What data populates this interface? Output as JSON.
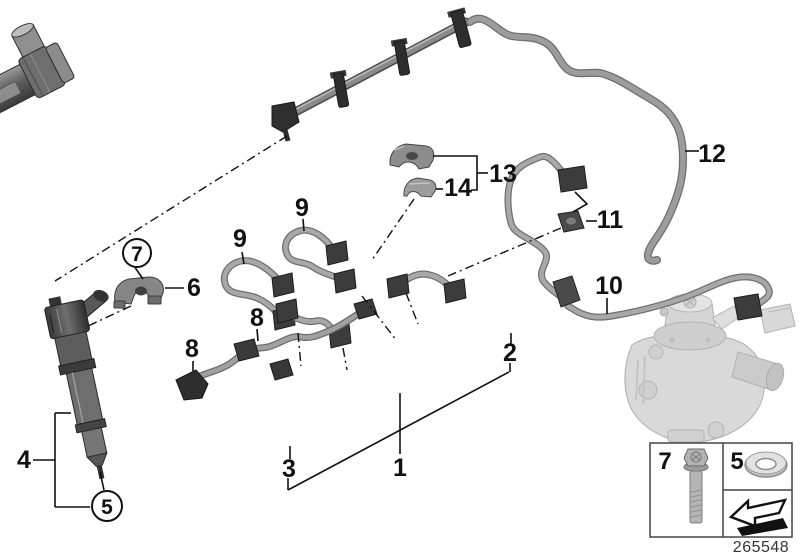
{
  "diagram": {
    "drawing_number": "265548",
    "callouts": {
      "c1": {
        "label": "1",
        "part": "high-pressure-rail"
      },
      "c2": {
        "label": "2",
        "part": "rail-end-fitting"
      },
      "c3": {
        "label": "3",
        "part": "rail-end-plug"
      },
      "c4": {
        "label": "4",
        "part": "injector"
      },
      "c5": {
        "label": "5",
        "part": "washer-circled"
      },
      "c6": {
        "label": "6",
        "part": "injector-clamp"
      },
      "c7": {
        "label": "7",
        "part": "bolt-circled"
      },
      "c8a": {
        "label": "8",
        "part": "wiring-harness"
      },
      "c8b": {
        "label": "8",
        "part": "wiring-harness"
      },
      "c9a": {
        "label": "9",
        "part": "injection-pipe"
      },
      "c9b": {
        "label": "9",
        "part": "injection-pipe"
      },
      "c10": {
        "label": "10",
        "part": "pump-to-rail-pipe"
      },
      "c11": {
        "label": "11",
        "part": "pipe-clamp"
      },
      "c12": {
        "label": "12",
        "part": "return-hose"
      },
      "c13": {
        "label": "13",
        "part": "clamping-support"
      },
      "c14": {
        "label": "14",
        "part": "clamp-lower-half"
      }
    },
    "legend": {
      "bolt_label": "7",
      "washer_label": "5",
      "bolt_icon": "bolt-icon",
      "washer_icon": "washer-icon",
      "direction_icon": "direction-arrow-icon"
    },
    "colors": {
      "background": "#ffffff",
      "line": "#111111",
      "part_dark": "#3c3c3c",
      "part_mid": "#7a7a7a",
      "part_light": "#a8a8a8",
      "ghost_part": "#d8d8d8"
    }
  }
}
